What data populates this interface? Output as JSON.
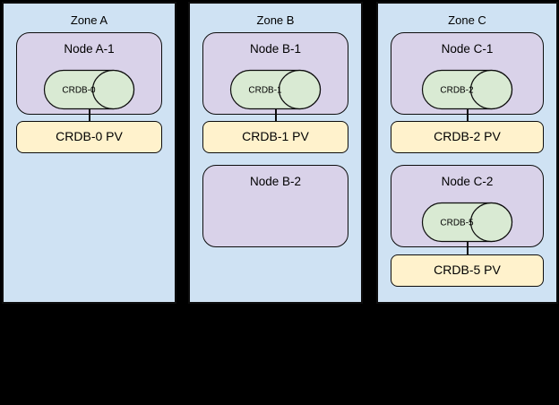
{
  "diagram": {
    "background_color": "#000000",
    "border_color": "#0d0d0d",
    "zone_fill_color": "#cfe2f3",
    "node_fill_color": "#d9d2e9",
    "cylinder_fill_color": "#d9ead3",
    "pv_fill_color": "#fff2cc"
  },
  "zones": [
    {
      "label": "Zone A",
      "nodes": [
        {
          "label": "Node A-1",
          "cylinder": "CRDB-0",
          "pv": "CRDB-0 PV"
        }
      ]
    },
    {
      "label": "Zone B",
      "nodes": [
        {
          "label": "Node B-1",
          "cylinder": "CRDB-1",
          "pv": "CRDB-1 PV"
        },
        {
          "label": "Node B-2"
        }
      ]
    },
    {
      "label": "Zone C",
      "nodes": [
        {
          "label": "Node C-1",
          "cylinder": "CRDB-2",
          "pv": "CRDB-2 PV"
        },
        {
          "label": "Node C-2",
          "cylinder": "CRDB-5",
          "pv": "CRDB-5 PV"
        }
      ]
    }
  ]
}
